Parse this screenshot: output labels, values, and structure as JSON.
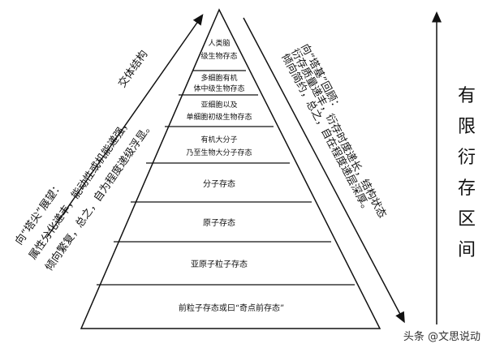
{
  "pyramid_levels": [
    {
      "line1": "人类脑",
      "line2": "级生物存态"
    },
    {
      "line1": "多细胞有机",
      "line2": "体中级生物存态"
    },
    {
      "line1": "亚细胞以及",
      "line2": "单细胞初级生物存态"
    },
    {
      "line1": "有机大分子",
      "line2": "乃至生物大分子存态"
    },
    {
      "line1": "分子存态",
      "line2": ""
    },
    {
      "line1": "原子存态",
      "line2": ""
    },
    {
      "line1": "亚原子粒子存态",
      "line2": ""
    },
    {
      "line1": "前粒子存态或曰“奇点前存态”",
      "line2": ""
    }
  ],
  "left_text": {
    "line1": "向“塔尖”展望：",
    "line1b": "交体结构",
    "line2": "属性分化递丰，能动性或机能递强，",
    "line3": "倾向繁复，总之，自为程度递级浮显。"
  },
  "right_text": {
    "line1": "向“塔基”回顾：",
    "line2": "衍存质量递丰，衍存时度递长，结构状态",
    "line3": "倾向简约，总之，自在程度递层深厚。"
  },
  "side_label": [
    "有",
    "限",
    "衍",
    "存",
    "区",
    "间"
  ],
  "watermark": "头条 @文思说动"
}
